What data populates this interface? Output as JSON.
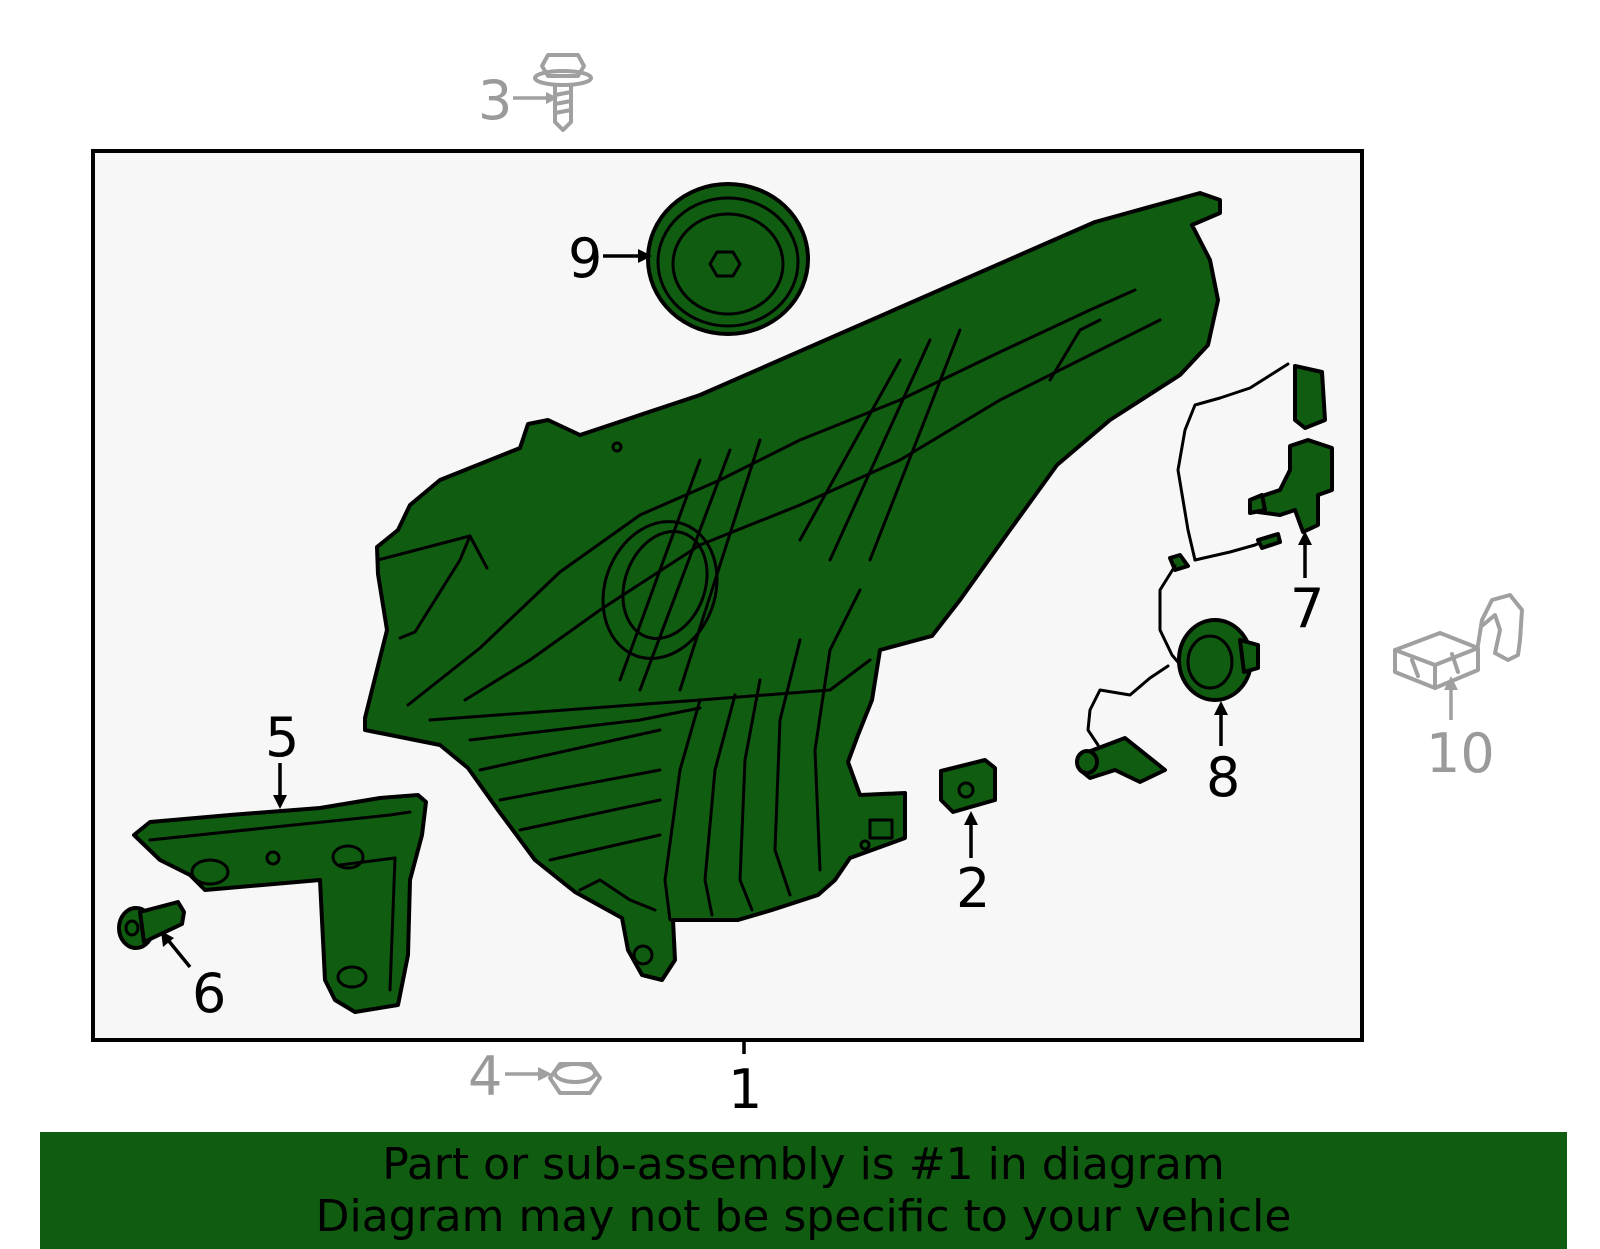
{
  "callouts": {
    "c1": "1",
    "c2": "2",
    "c3": "3",
    "c4": "4",
    "c5": "5",
    "c6": "6",
    "c7": "7",
    "c8": "8",
    "c9": "9",
    "c10": "10"
  },
  "footer": {
    "line1": "Part or sub-assembly is #1 in diagram",
    "line2": "Diagram may not be specific to your vehicle"
  },
  "colors": {
    "part_fill": "#105c10",
    "box_fill": "#f7f7f7",
    "footer_bg": "#105c10",
    "inactive_callout": "#9a9a9a"
  },
  "icons": {
    "c1": "headlamp-assembly-icon",
    "c2": "clip-icon",
    "c3": "bolt-icon",
    "c4": "nut-icon",
    "c5": "bracket-icon",
    "c6": "screw-icon",
    "c7": "bulb-socket-icon",
    "c8": "wiring-harness-icon",
    "c9": "cap-icon",
    "c10": "connector-icon"
  }
}
